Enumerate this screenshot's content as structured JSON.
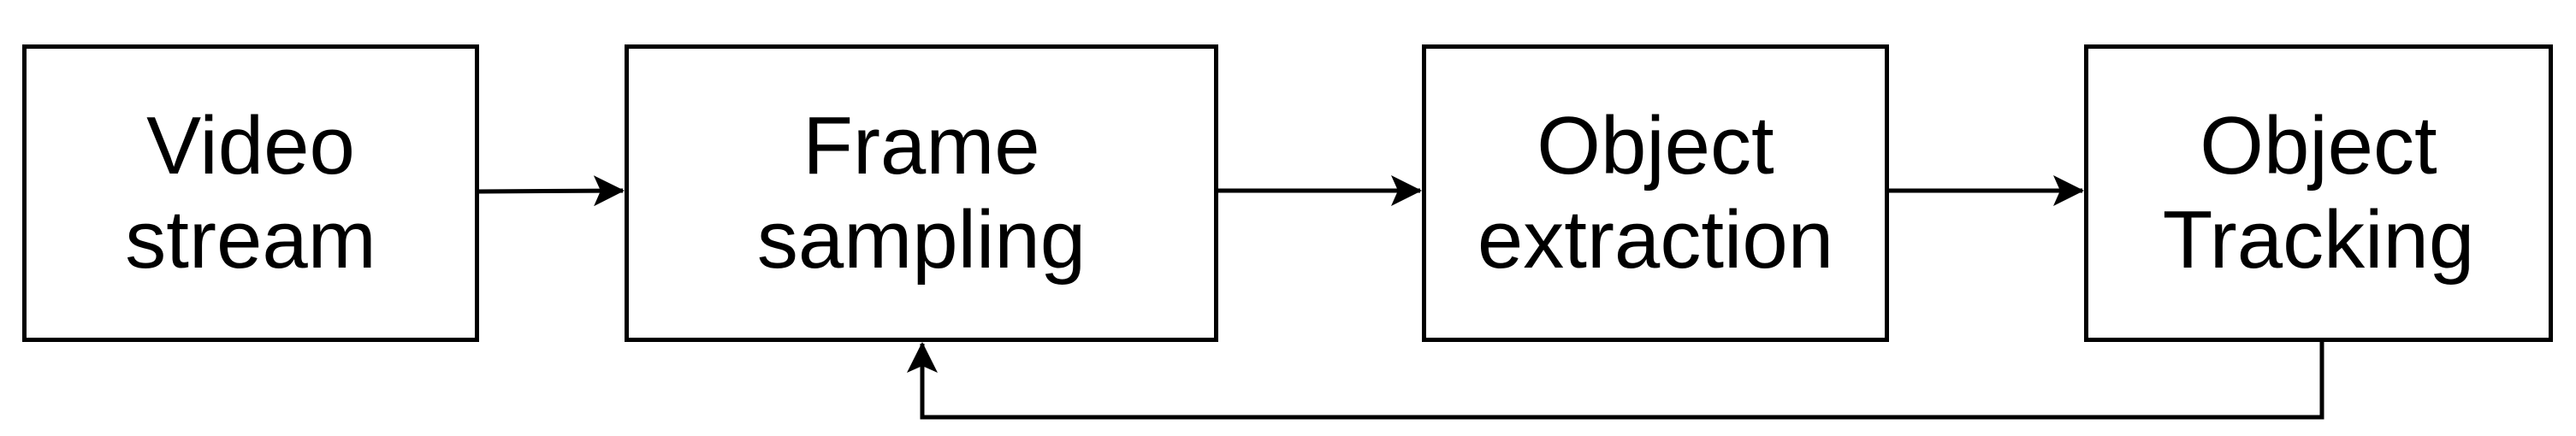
{
  "diagram": {
    "nodes": [
      {
        "id": "video_stream",
        "lines": [
          "Video",
          "stream"
        ]
      },
      {
        "id": "frame_sampling",
        "lines": [
          "Frame",
          "sampling"
        ]
      },
      {
        "id": "object_extraction",
        "lines": [
          "Object",
          "extraction"
        ]
      },
      {
        "id": "object_tracking",
        "lines": [
          "Object",
          "Tracking"
        ]
      }
    ],
    "edges": [
      {
        "from": "video_stream",
        "to": "frame_sampling"
      },
      {
        "from": "frame_sampling",
        "to": "object_extraction"
      },
      {
        "from": "object_extraction",
        "to": "object_tracking"
      },
      {
        "from": "object_tracking",
        "to": "frame_sampling"
      }
    ],
    "colors": {
      "stroke": "#000000",
      "background": "#ffffff"
    }
  }
}
